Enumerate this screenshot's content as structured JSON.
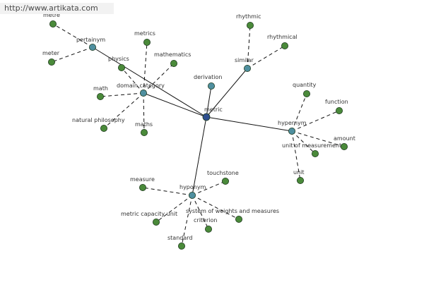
{
  "watermark": "http://www.artikata.com",
  "colors": {
    "center_node": "#2f4f8f",
    "relation_node": "#4f8f9f",
    "leaf_node": "#4a8a3a",
    "node_stroke": "#1e3a1e",
    "edge": "#111111"
  },
  "center": {
    "id": "metric",
    "label": "metric"
  },
  "relations": [
    {
      "id": "pertainym",
      "label": "pertainym",
      "leaves": [
        {
          "id": "metre",
          "label": "metre"
        },
        {
          "id": "meter",
          "label": "meter"
        }
      ]
    },
    {
      "id": "domain_category",
      "label": "domain category",
      "leaves": [
        {
          "id": "metrics",
          "label": "metrics"
        },
        {
          "id": "physics",
          "label": "physics"
        },
        {
          "id": "mathematics",
          "label": "mathematics"
        },
        {
          "id": "math",
          "label": "math"
        },
        {
          "id": "natural_philosophy",
          "label": "natural philosophy"
        },
        {
          "id": "maths",
          "label": "maths"
        }
      ]
    },
    {
      "id": "derivation",
      "label": "derivation",
      "leaves": []
    },
    {
      "id": "similar",
      "label": "similar",
      "leaves": [
        {
          "id": "rhythmic",
          "label": "rhythmic"
        },
        {
          "id": "rhythmical",
          "label": "rhythmical"
        }
      ]
    },
    {
      "id": "hypernym",
      "label": "hypernym",
      "leaves": [
        {
          "id": "quantity",
          "label": "quantity"
        },
        {
          "id": "function",
          "label": "function"
        },
        {
          "id": "amount",
          "label": "amount"
        },
        {
          "id": "unit_of_measurement",
          "label": "unit of measurement"
        },
        {
          "id": "unit",
          "label": "unit"
        }
      ]
    },
    {
      "id": "hyponym",
      "label": "hyponym",
      "leaves": [
        {
          "id": "measure",
          "label": "measure"
        },
        {
          "id": "touchstone",
          "label": "touchstone"
        },
        {
          "id": "metric_capacity_unit",
          "label": "metric capacity unit"
        },
        {
          "id": "system_of_weights_and_measures",
          "label": "system of weights and measures"
        },
        {
          "id": "criterion",
          "label": "criterion"
        },
        {
          "id": "standard",
          "label": "standard"
        }
      ]
    }
  ]
}
